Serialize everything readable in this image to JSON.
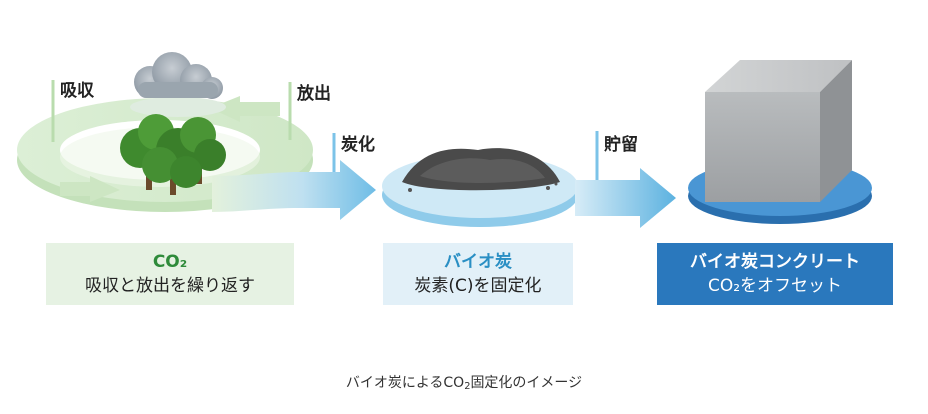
{
  "stages": {
    "absorb": "吸収",
    "release": "放出",
    "carbonize": "炭化",
    "store": "貯留"
  },
  "boxes": {
    "cycle": {
      "title": "CO₂",
      "desc": "吸収と放出を繰り返す"
    },
    "biochar": {
      "title": "バイオ炭",
      "desc": "炭素(C)を固定化"
    },
    "concrete": {
      "title": "バイオ炭コンクリート",
      "desc": "CO₂をオフセット"
    }
  },
  "caption": {
    "pre": "バイオ炭によるCO",
    "sub": "2",
    "post": "固定化のイメージ"
  },
  "colors": {
    "cycle_green": "#d9ecd2",
    "arrow_blue": "#7cc3e8",
    "concrete_blue": "#2a78bd"
  }
}
